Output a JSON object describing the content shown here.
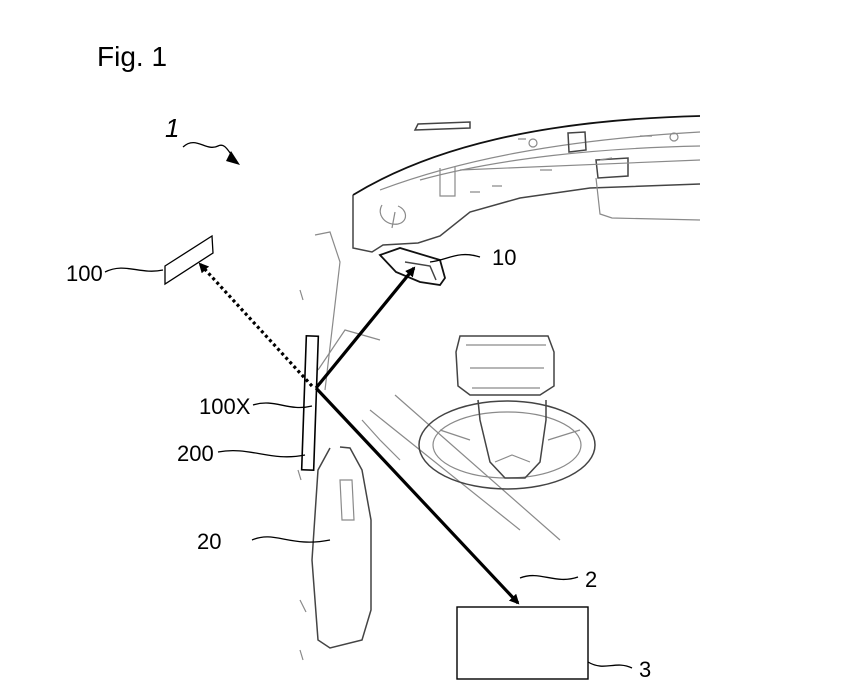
{
  "figure": {
    "title": "Fig. 1",
    "labels": {
      "vehicle": "1",
      "emitter": "10",
      "target_100": "100",
      "mirror_point": "100X",
      "reflector": "200",
      "pillar": "20",
      "beam": "2",
      "receiver": "3"
    }
  }
}
